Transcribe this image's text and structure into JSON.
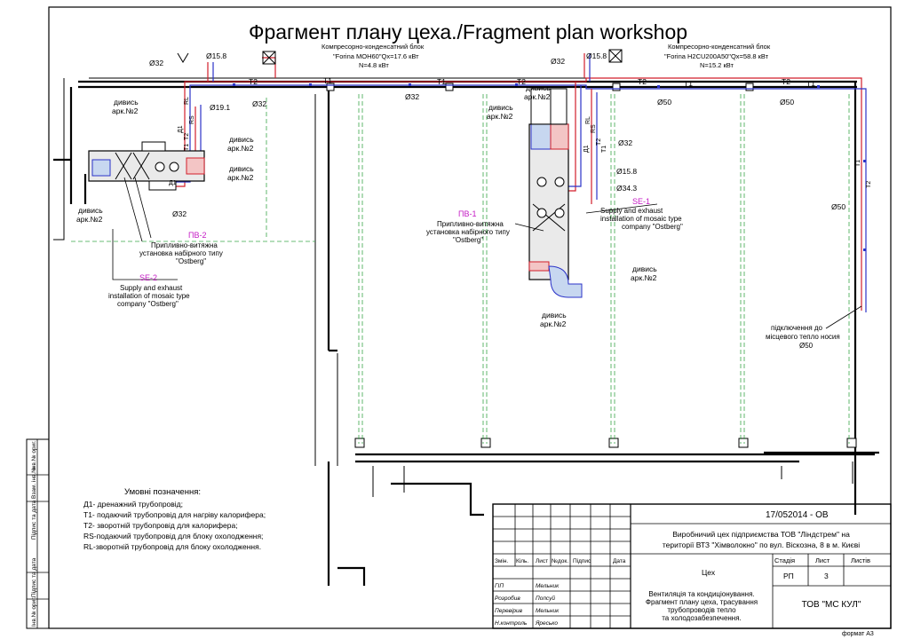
{
  "title": "Фрагмент плану цеха./Fragment plan workshop",
  "units": {
    "left": {
      "label": "Компресорно-конденсатний блок",
      "model": "\"Forina MOH60\"Qx=17.6 кВт",
      "power": "N=4.8 кВт"
    },
    "right": {
      "label": "Компресорно-конденсатний блок",
      "model": "\"Forina H2CU200A50\"Qx=58.8 кВт",
      "power": "N=15.2 кВт"
    }
  },
  "pipes": {
    "d32": "Ø32",
    "d15_8": "Ø15.8",
    "d19_1": "Ø19.1",
    "d50": "Ø50",
    "d34_3": "Ø34.3",
    "T1": "T1",
    "T2": "T2",
    "RS": "RS",
    "RL": "RL",
    "D1": "Д1"
  },
  "refs": {
    "see": "дивись",
    "sheet": "арк.№2"
  },
  "units_vent": {
    "pv2": {
      "code": "ПВ-2",
      "line1": "Припливно-витяжна",
      "line2": "установка набірного типу",
      "line3": "\"Ostberg\""
    },
    "se2": {
      "code": "SE-2",
      "line1": "Supply and exhaust",
      "line2": "installation of mosaic type",
      "line3": "company \"Ostberg\""
    },
    "pv1": {
      "code": "ПВ-1",
      "line1": "Припливно-витяжна",
      "line2": "установка набірного типу",
      "line3": "\"Ostberg\""
    },
    "se1": {
      "code": "SE-1",
      "line1": "Supply and exhaust",
      "line2": "installation of mosaic type",
      "line3": "company \"Ostberg\""
    }
  },
  "connection": {
    "line1": "підключення до",
    "line2": "місцевого тепло носия",
    "line3": "Ø50"
  },
  "legend": {
    "title": "Умовні позначення:",
    "items": [
      "Д1- дренажний трубопровід;",
      "T1- подаючий трубопровід для нагріву калорифера;",
      "T2- зворотній трубопровід для калорифера;",
      "RS-подаючий трубопровід для блоку охолодження;",
      "RL-зворотній  трубопровід для блоку охолодження."
    ]
  },
  "side_stamp": [
    "Інв.№ ориг.",
    "Підпис та дата",
    "Взам. інв.№",
    "Підпис та дата",
    "Інв.№ ориг."
  ],
  "titleblock": {
    "code": "17/052014 - ОВ",
    "project": [
      "Виробничий цех підприємства ТОВ \"Ліндстрем\" на",
      "території ВТЗ \"Хімволокно\" по вул. Віскозна, 8 в м. Києві"
    ],
    "sheet_name": "Цех",
    "headers": [
      "Змін.",
      "Кіль.",
      "Лист",
      "№док.",
      "Підпис",
      "Дата"
    ],
    "roles": [
      {
        "role": "ГІП",
        "name": "Мельник"
      },
      {
        "role": "Розробив",
        "name": "Попсуй"
      },
      {
        "role": "Перевірив",
        "name": "Мельник"
      },
      {
        "role": "Н.контроль",
        "name": "Яресько"
      }
    ],
    "stage_h": "Стадія",
    "sheet_h": "Лист",
    "sheets_h": "Листів",
    "stage": "РП",
    "sheet": "3",
    "sheets": "",
    "desc": [
      "Вентиляція та кондиціонування.",
      "Фрагмент плану цеха, трасування",
      "трубопроводів тепло",
      "та холодозабезпечення."
    ],
    "company": "ТОВ \"МС КУЛ\""
  },
  "format": "формат А3"
}
